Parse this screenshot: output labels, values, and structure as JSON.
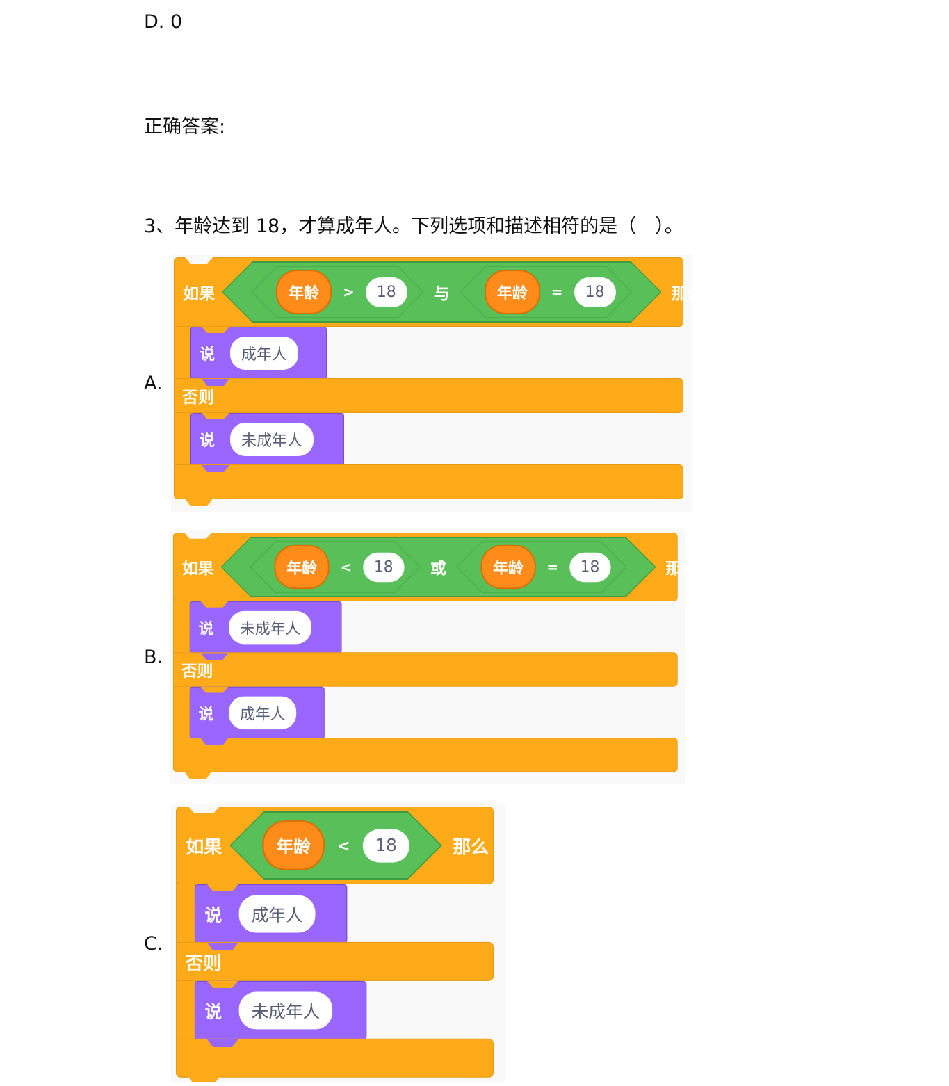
{
  "prev_option_d": "D. 0",
  "correct_answer_label": "正确答案:",
  "question": "3、年龄达到 18，才算成年人。下列选项和描述相符的是（　）。",
  "options": [
    {
      "letter": "A.",
      "if_label": "如果",
      "then_label": "那么",
      "else_label": "否则",
      "join": "与",
      "conditions": [
        {
          "var": "年龄",
          "op": ">",
          "value": "18"
        },
        {
          "var": "年龄",
          "op": "=",
          "value": "18"
        }
      ],
      "say_label": "说",
      "then_say": "成年人",
      "else_say": "未成年人"
    },
    {
      "letter": "B.",
      "if_label": "如果",
      "then_label": "那么",
      "else_label": "否则",
      "join": "或",
      "conditions": [
        {
          "var": "年龄",
          "op": "<",
          "value": "18"
        },
        {
          "var": "年龄",
          "op": "=",
          "value": "18"
        }
      ],
      "say_label": "说",
      "then_say": "未成年人",
      "else_say": "成年人"
    },
    {
      "letter": "C.",
      "if_label": "如果",
      "then_label": "那么",
      "else_label": "否则",
      "join": "",
      "conditions": [
        {
          "var": "年龄",
          "op": "<",
          "value": "18"
        }
      ],
      "say_label": "说",
      "then_say": "成年人",
      "else_say": "未成年人"
    }
  ],
  "colors": {
    "control": "#ffab19",
    "operator": "#59c059",
    "variable": "#ff8c1a",
    "looks": "#9966ff"
  }
}
